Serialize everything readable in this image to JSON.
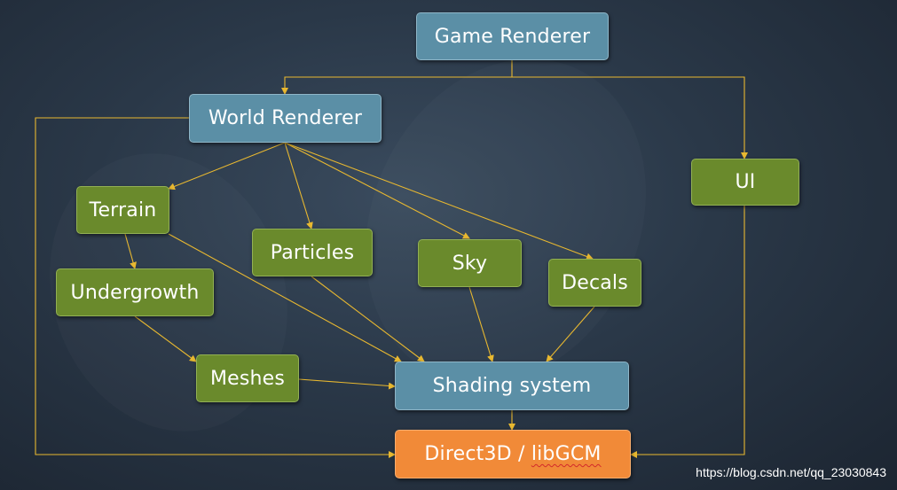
{
  "colors": {
    "edge": "#e8b830",
    "blue": "#5b8fa6",
    "green": "#6a8a2c",
    "orange": "#f18a38"
  },
  "nodes": {
    "game_renderer": "Game Renderer",
    "world_renderer": "World Renderer",
    "ui": "UI",
    "terrain": "Terrain",
    "particles": "Particles",
    "sky": "Sky",
    "decals": "Decals",
    "undergrowth": "Undergrowth",
    "meshes": "Meshes",
    "shading_system": "Shading system",
    "direct3d_prefix": "Direct3D / ",
    "direct3d_suffix": "libGCM"
  },
  "watermark": "https://blog.csdn.net/qq_23030843"
}
